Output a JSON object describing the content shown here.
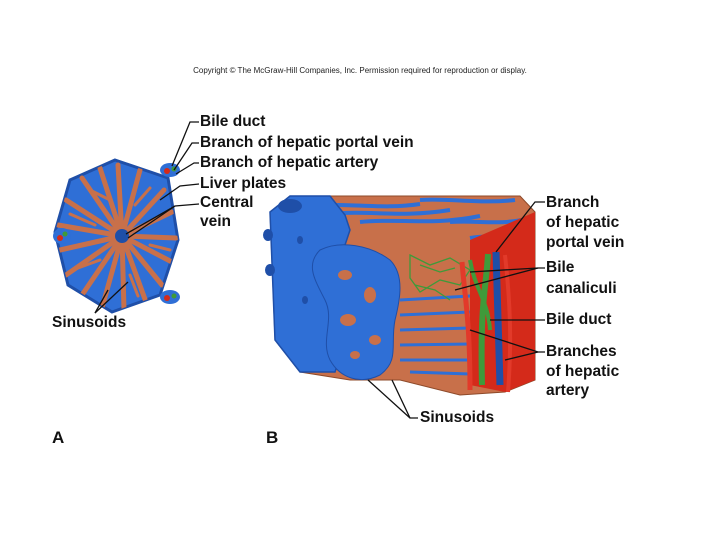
{
  "copyright": "Copyright © The McGraw-Hill Companies, Inc. Permission required for reproduction or display.",
  "panel_a": {
    "letter": "A",
    "labels": {
      "bile_duct": "Bile duct",
      "portal_vein": "Branch of hepatic portal vein",
      "hepatic_artery": "Branch of hepatic artery",
      "liver_plates": "Liver plates",
      "central_vein_1": "Central",
      "central_vein_2": "vein",
      "sinusoids": "Sinusoids"
    }
  },
  "panel_b": {
    "letter": "B",
    "labels": {
      "portal_vein": [
        "Branch",
        "of hepatic",
        "portal vein"
      ],
      "bile_canaliculi": [
        "Bile",
        "canaliculi"
      ],
      "bile_duct": "Bile duct",
      "hepatic_artery": [
        "Branches",
        "of hepatic",
        "artery"
      ],
      "sinusoids": "Sinusoids"
    }
  },
  "colors": {
    "vein_blue": "#2f6fd6",
    "liver_tissue": "#c8704a",
    "artery_red": "#d42a1a",
    "bile_green": "#3f9a3a"
  }
}
